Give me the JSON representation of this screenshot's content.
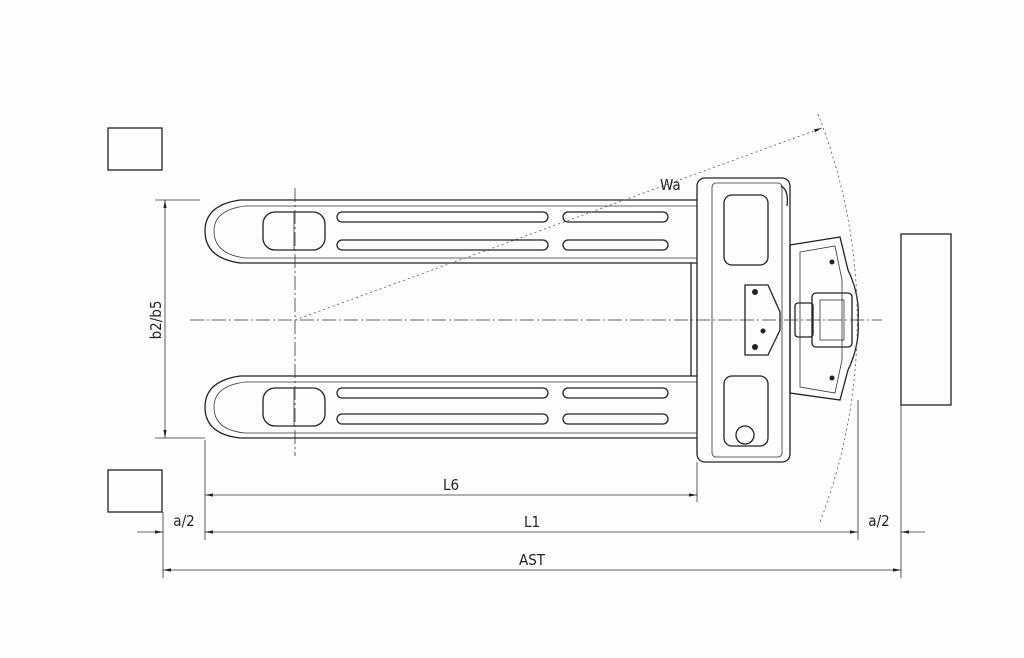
{
  "drawing": {
    "labels": {
      "width_label": "b2/b5",
      "fork_length": "L6",
      "length": "L1",
      "aisle_left": "a/2",
      "aisle_right": "a/2",
      "aisle_width": "AST",
      "turning_radius": "Wa"
    }
  }
}
